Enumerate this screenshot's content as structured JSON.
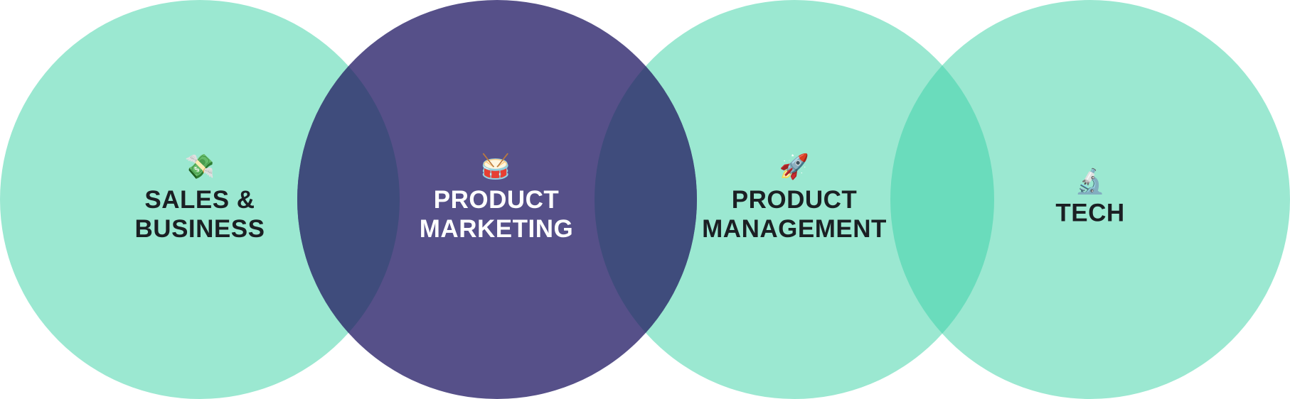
{
  "colors": {
    "mint": "#9be8d1",
    "mint_overlap": "#6adcbc",
    "purple": "#565089",
    "purple_overlap": "#3f4c7c",
    "dark_text": "#1b1f23",
    "light_text": "#ffffff"
  },
  "circles": [
    {
      "id": "sales-business",
      "lines": [
        "SALES &",
        "BUSINESS"
      ],
      "icon": "money-with-wings-icon",
      "glyph": "💸",
      "fill": "mint",
      "text_color": "dark_text"
    },
    {
      "id": "product-marketing",
      "lines": [
        "PRODUCT",
        "MARKETING"
      ],
      "icon": "drum-icon",
      "glyph": "🥁",
      "fill": "purple",
      "text_color": "light_text"
    },
    {
      "id": "product-management",
      "lines": [
        "PRODUCT",
        "MANAGEMENT"
      ],
      "icon": "rocket-icon",
      "glyph": "🚀",
      "fill": "mint",
      "text_color": "dark_text"
    },
    {
      "id": "tech",
      "lines": [
        "TECH"
      ],
      "icon": "microscope-icon",
      "glyph": "🔬",
      "fill": "mint",
      "text_color": "dark_text"
    }
  ]
}
